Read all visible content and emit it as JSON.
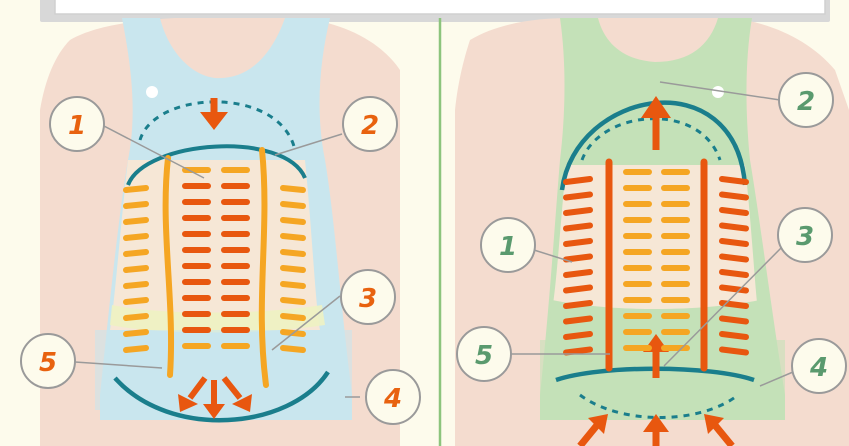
{
  "colors": {
    "background": "#fdfbec",
    "skin": "#f4dccf",
    "shirt_left": "#c9e6ee",
    "shirt_right": "#c4e1b8",
    "belly": "#f6e7d6",
    "belt": "#eef2c2",
    "muscle_dark": "#e8570f",
    "muscle_light": "#f5a623",
    "teal": "#1a7e8c",
    "divider": "#8cc47c",
    "label_left_text": "#e8620f",
    "label_right_text": "#5a9a6e",
    "label_border": "#9a9a9a",
    "label_fill": "#fdfbec"
  },
  "panels": {
    "left": {
      "labels": [
        {
          "id": "1",
          "text": "1"
        },
        {
          "id": "2",
          "text": "2"
        },
        {
          "id": "3",
          "text": "3"
        },
        {
          "id": "4",
          "text": "4"
        },
        {
          "id": "5",
          "text": "5"
        }
      ]
    },
    "right": {
      "labels": [
        {
          "id": "1",
          "text": "1"
        },
        {
          "id": "2",
          "text": "2"
        },
        {
          "id": "3",
          "text": "3"
        },
        {
          "id": "4",
          "text": "4"
        },
        {
          "id": "5",
          "text": "5"
        }
      ]
    }
  }
}
